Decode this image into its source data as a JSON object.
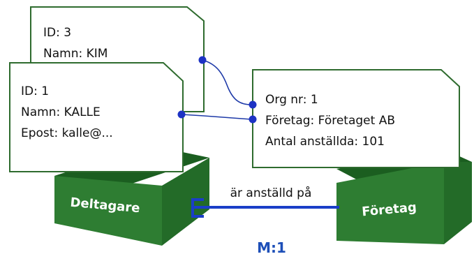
{
  "colors": {
    "card_border": "#2e6b2e",
    "card_fill": "#ffffff",
    "box_front": "#2e7d32",
    "box_top": "#1b5e20",
    "box_side": "#236b28",
    "box_front_light": "#3e8e41",
    "link_line": "#1e3aa8",
    "dot": "#1d33c4",
    "relationship_line": "#1a3ec8",
    "cardinality_text": "#1d4fb8"
  },
  "entities": {
    "participant": {
      "label": "Deltagare"
    },
    "company": {
      "label": "Företag"
    }
  },
  "relationship": {
    "label": "är anställd på",
    "cardinality": "M:1"
  },
  "records": {
    "participant_back": {
      "lines": [
        "ID:  3",
        "Namn: KIM"
      ]
    },
    "participant_front": {
      "lines": [
        "ID: 1",
        "Namn: KALLE",
        "Epost: kalle@..."
      ]
    },
    "company": {
      "lines": [
        "Org nr: 1",
        "Företag: Företaget AB",
        "Antal anställda: 101"
      ]
    }
  }
}
